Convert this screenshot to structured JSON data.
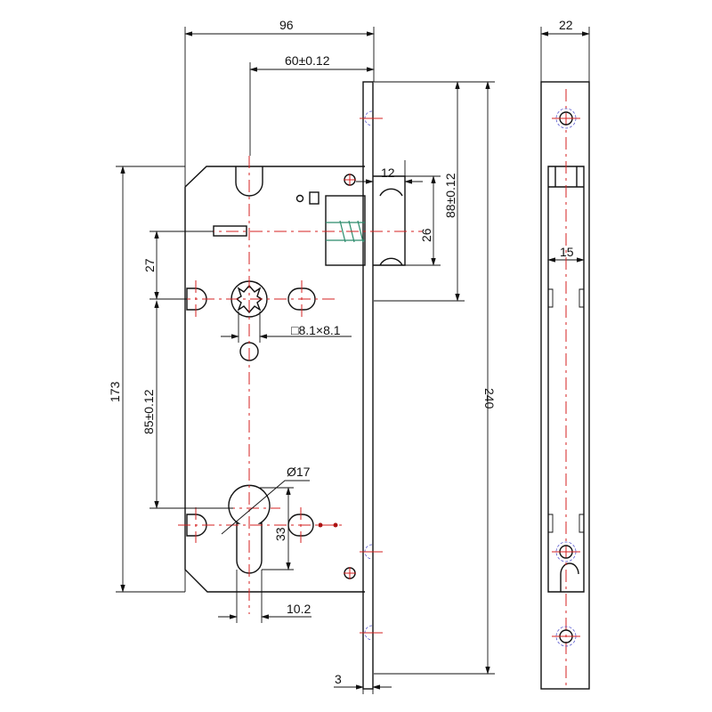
{
  "title": "Mortise lock body dimension drawing",
  "dimensions": {
    "case_width": "96",
    "backset": "60±0.12",
    "faceplate_width": "22",
    "latch_projection": "12",
    "latch_to_top": "88±0.12",
    "latch_height": "26",
    "latch_to_spindle": "27",
    "spindle_square": "□8.1×8.1",
    "case_height": "173",
    "center_distance": "85±0.12",
    "faceplate_length": "240",
    "cylinder_diameter": "Ø17",
    "cylinder_length": "33",
    "cylinder_width": "10.2",
    "bolt_width": "15",
    "faceplate_thickness": "3"
  },
  "colors": {
    "outline": "#111111",
    "centerline": "#d42020",
    "hidden": "#5a5ad0",
    "spring": "#2a8a6a"
  }
}
